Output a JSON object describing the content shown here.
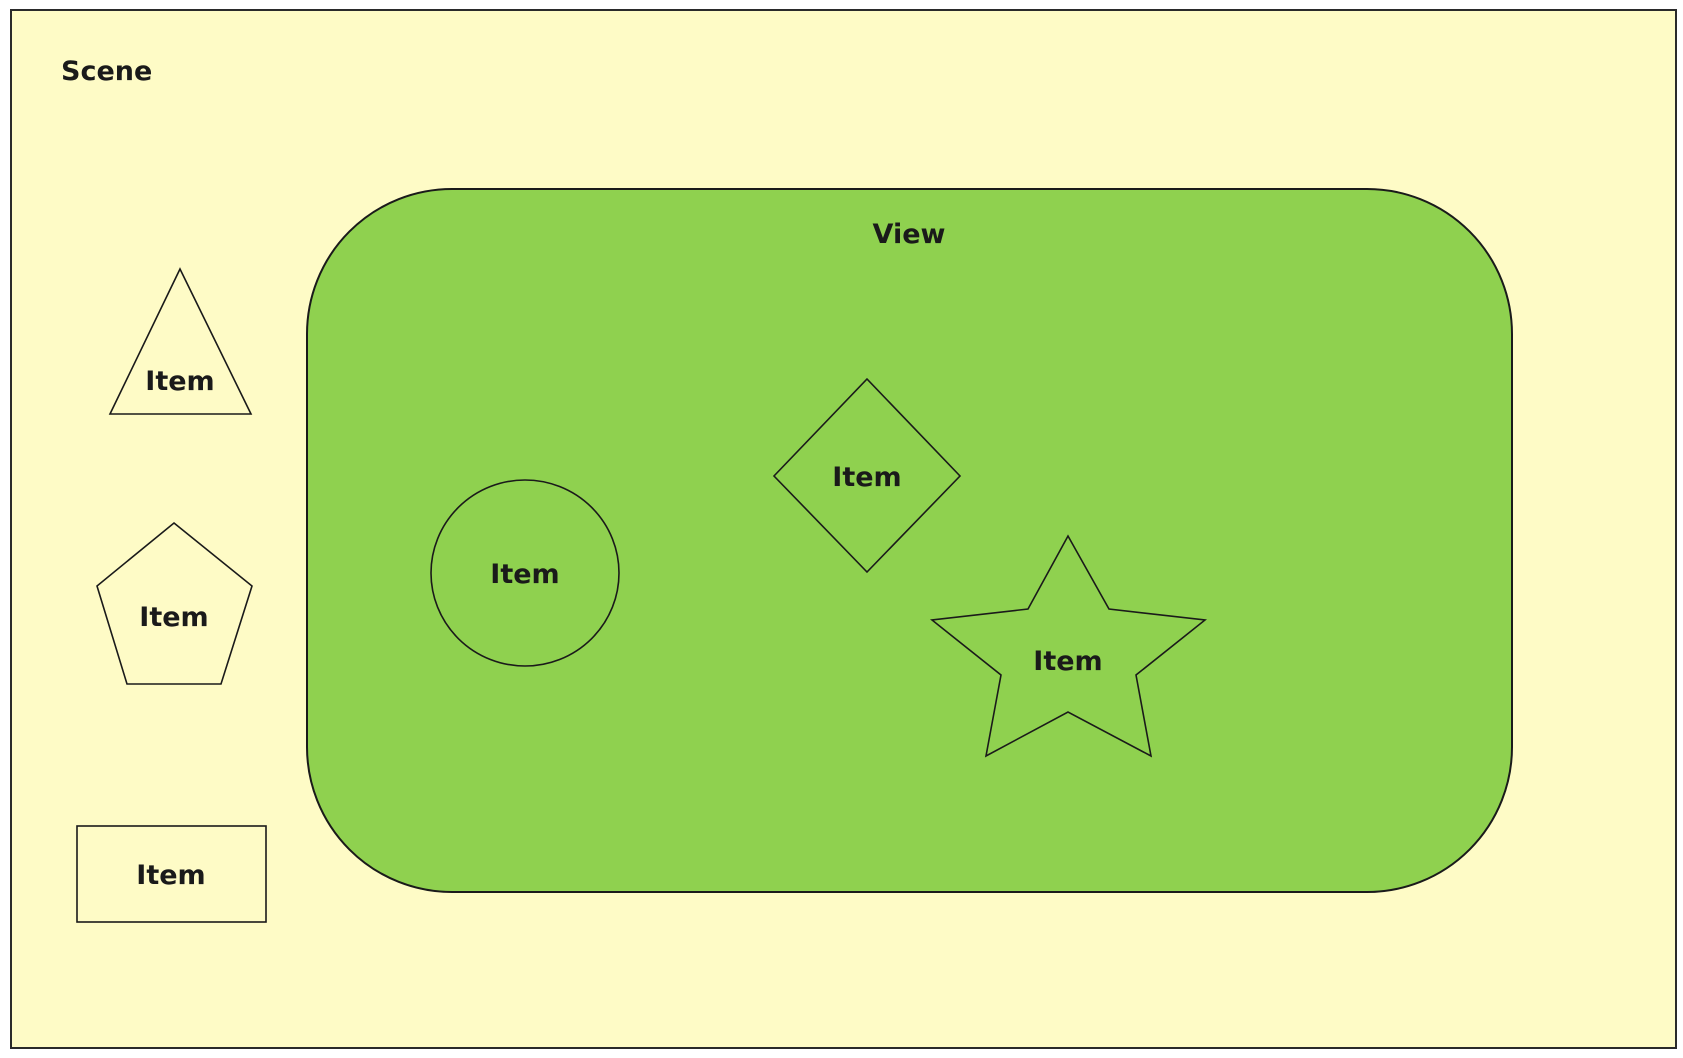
{
  "scene": {
    "label": "Scene",
    "fill": "#fefbc6",
    "stroke": "#2a2a2a"
  },
  "view": {
    "label": "View",
    "fill": "#8fd14f",
    "stroke": "#1a1a1a"
  },
  "items": {
    "triangle": {
      "shape": "triangle",
      "label": "Item"
    },
    "pentagon": {
      "shape": "pentagon",
      "label": "Item"
    },
    "rectangle": {
      "shape": "rectangle",
      "label": "Item"
    },
    "circle": {
      "shape": "circle",
      "label": "Item"
    },
    "diamond": {
      "shape": "diamond",
      "label": "Item"
    },
    "star": {
      "shape": "star",
      "label": "Item"
    }
  }
}
